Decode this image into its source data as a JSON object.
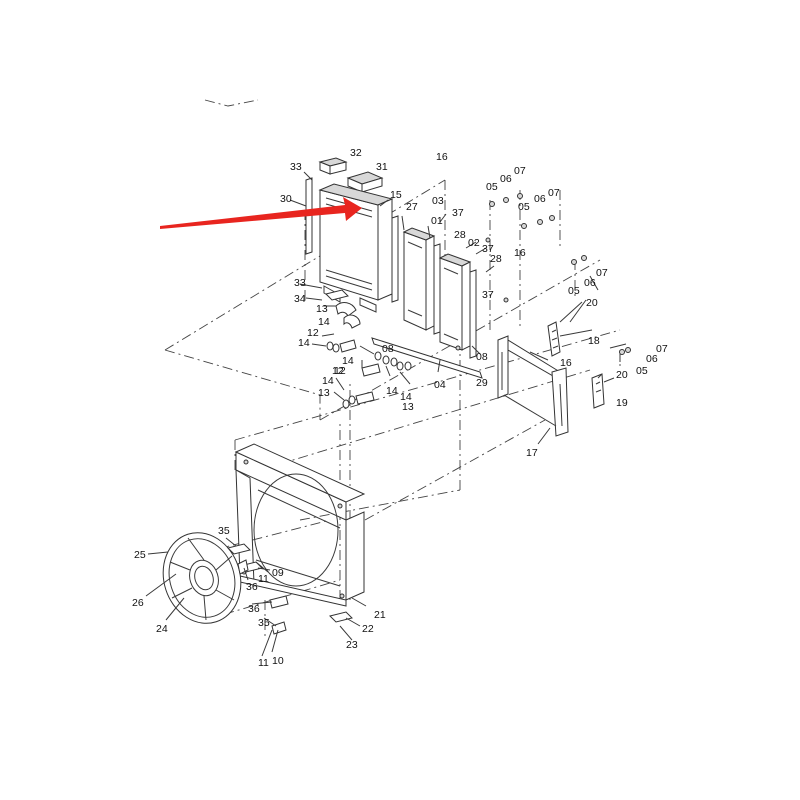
{
  "diagram": {
    "arrow_color": "#e8251f",
    "line_color": "#333333",
    "labels": [
      "33",
      "32",
      "31",
      "16",
      "30",
      "15",
      "27",
      "03",
      "01",
      "05",
      "06",
      "07",
      "37",
      "28",
      "02",
      "16",
      "33",
      "34",
      "13",
      "14",
      "12",
      "14",
      "08",
      "04",
      "29",
      "05",
      "06",
      "07",
      "20",
      "18",
      "16",
      "20",
      "19",
      "07",
      "06",
      "05",
      "17",
      "14",
      "12",
      "13",
      "14",
      "25",
      "26",
      "24",
      "35",
      "36",
      "11",
      "09",
      "36",
      "35",
      "11",
      "10",
      "21",
      "22",
      "23",
      "37",
      "28",
      "05",
      "06",
      "07",
      "37",
      "14",
      "13",
      "14",
      "08",
      "12"
    ]
  }
}
